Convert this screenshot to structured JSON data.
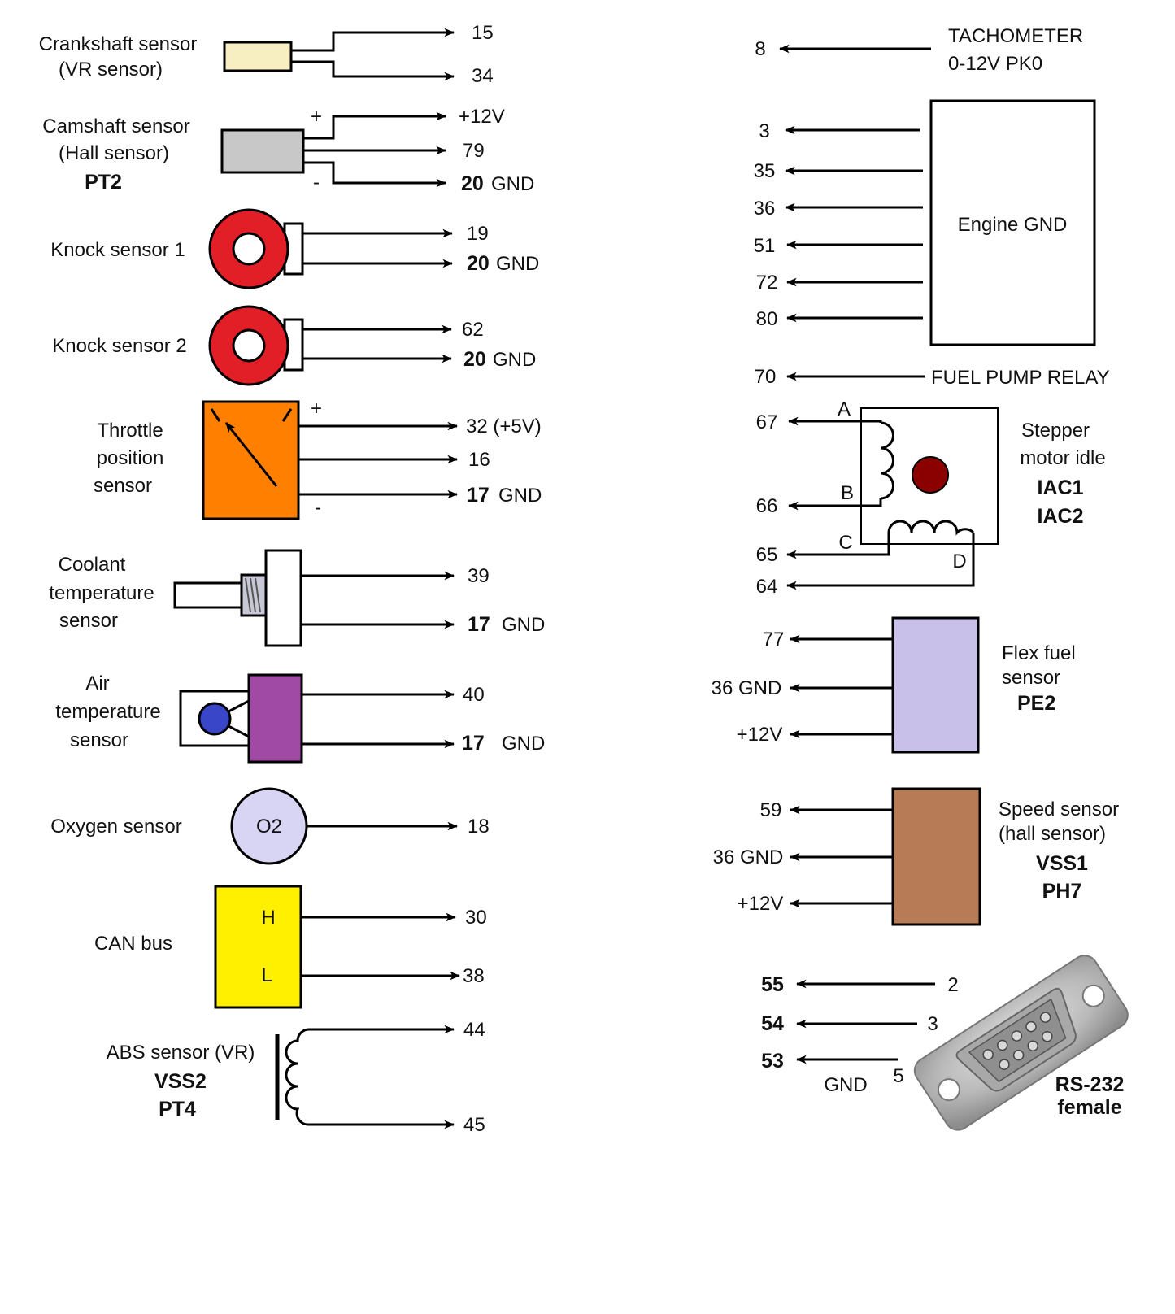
{
  "colors": {
    "crank_body": "#f7eec2",
    "cam_body": "#c8c8c8",
    "knock_ring": "#e21e26",
    "throttle_body": "#ff8000",
    "coolant_body": "#ffffff",
    "air_body": "#a04aa6",
    "air_bulb": "#3a46c8",
    "o2_body": "#d8d4f4",
    "can_body": "#fff000",
    "flex_body": "#c8c0e8",
    "speed_body": "#b77c56",
    "stepper_dot": "#8b0000",
    "db9_metal": "#b0b0b0"
  },
  "crank": {
    "label1": "Crankshaft sensor",
    "label2": "(VR sensor)",
    "pin1": "15",
    "pin2": "34"
  },
  "cam": {
    "label1": "Camshaft sensor",
    "label2": "(Hall sensor)",
    "label3": "PT2",
    "plus": "+",
    "minus": "-",
    "pin1": "+12V",
    "pin2": "79",
    "pin3": "20",
    "pin3_suffix": "GND"
  },
  "knock1": {
    "label": "Knock sensor 1",
    "pin1": "19",
    "pin2": "20",
    "pin2_suffix": "GND"
  },
  "knock2": {
    "label": "Knock sensor 2",
    "pin1": "62",
    "pin2": "20",
    "pin2_suffix": "GND"
  },
  "throttle": {
    "label1": "Throttle",
    "label2": "position",
    "label3": "sensor",
    "plus": "+",
    "minus": "-",
    "pin1": "32 (+5V)",
    "pin2": "16",
    "pin3": "17",
    "pin3_suffix": "GND"
  },
  "coolant": {
    "label1": "Coolant",
    "label2": "temperature",
    "label3": "sensor",
    "pin1": "39",
    "pin2": "17",
    "pin2_suffix": "GND"
  },
  "air": {
    "label1": "Air",
    "label2": "temperature",
    "label3": "sensor",
    "pin1": "40",
    "pin2": "17",
    "pin2_suffix": "GND"
  },
  "oxygen": {
    "label": "Oxygen sensor",
    "body": "O2",
    "pin1": "18"
  },
  "can": {
    "label": "CAN bus",
    "h": "H",
    "l": "L",
    "pin1": "30",
    "pin2": "38"
  },
  "abs": {
    "label1": "ABS sensor (VR)",
    "label2": "VSS2",
    "label3": "PT4",
    "pin1": "44",
    "pin2": "45"
  },
  "tach": {
    "pin": "8",
    "label1": "TACHOMETER",
    "label2": "0-12V PK0"
  },
  "gnd": {
    "label": "Engine GND",
    "pins": [
      "3",
      "35",
      "36",
      "51",
      "72",
      "80"
    ]
  },
  "fuel_pump": {
    "pin": "70",
    "label": "FUEL PUMP RELAY"
  },
  "stepper": {
    "label1": "Stepper",
    "label2": "motor idle",
    "label3": "IAC1",
    "label4": "IAC2",
    "a": "A",
    "b": "B",
    "c": "C",
    "d": "D",
    "pins": [
      "67",
      "66",
      "65",
      "64"
    ]
  },
  "flex": {
    "label1": "Flex fuel",
    "label2": "sensor",
    "label3": "PE2",
    "pins": [
      "77",
      "36 GND",
      "+12V"
    ]
  },
  "speed": {
    "label1": "Speed sensor",
    "label2": "(hall sensor)",
    "label3": "VSS1",
    "label4": "PH7",
    "pins": [
      "59",
      "36 GND",
      "+12V"
    ]
  },
  "rs232": {
    "pins": [
      "55",
      "54",
      "53"
    ],
    "db": [
      "2",
      "3",
      "5"
    ],
    "gnd": "GND",
    "label1": "RS-232",
    "label2": "female"
  }
}
